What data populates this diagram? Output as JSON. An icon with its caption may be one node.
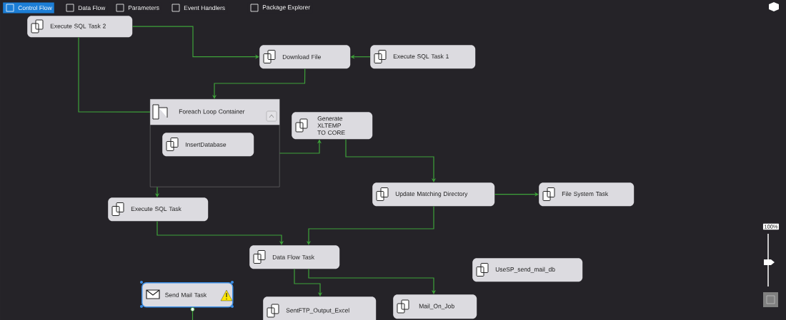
{
  "diagram": {
    "nodes": [
      {
        "text": [
          "Execute SQL Task 2"
        ]
      },
      {
        "text": [
          "Download File"
        ]
      },
      {
        "text": [
          "Execute SQL Task 1"
        ]
      },
      {
        "text": [],
        "shape": "box"
      },
      {
        "text": [
          "Foreach Loop Container"
        ],
        "in": 3
      },
      {
        "text": [
          "InsertDatabase"
        ],
        "in": 3
      },
      {
        "text": [
          "Generate XLTEMP TO CORE"
        ]
      },
      {
        "text": [
          "Update Matching Directory"
        ]
      },
      {
        "text": [
          "File System Task"
        ]
      },
      {
        "text": [
          "Execute SQL Task"
        ]
      },
      {
        "text": [
          "Data Flow Task"
        ]
      },
      {
        "text": [
          "Send Mail Task"
        ]
      },
      {
        "text": [
          "SentFTP_Output_Excel"
        ]
      },
      {
        "text": [
          "Mail_On_Job"
        ]
      },
      {
        "text": [
          "UseSP_send_mail_db"
        ]
      }
    ],
    "edges": [
      {
        "from": 0,
        "to": 1,
        "arrow": "to"
      },
      {
        "from": 2,
        "to": 1,
        "arrow": "to"
      },
      {
        "from": 1,
        "to": 4,
        "arrow": "to"
      },
      {
        "from": 0,
        "to": 4,
        "arrow": "none"
      },
      {
        "from": 3,
        "to": 9,
        "arrow": "to"
      },
      {
        "from": 3,
        "to": 6,
        "arrow": "to"
      },
      {
        "from": 6,
        "to": 7,
        "arrow": "to"
      },
      {
        "from": 7,
        "to": 8,
        "arrow": "to"
      },
      {
        "from": 7,
        "to": 10,
        "arrow": "to"
      },
      {
        "from": 9,
        "to": 10,
        "arrow": "to"
      },
      {
        "from": 10,
        "to": 12,
        "arrow": "to"
      },
      {
        "from": 10,
        "to": 13,
        "arrow": "to"
      }
    ],
    "labels": [
      "Control Flow",
      "Data Flow",
      "Parameters",
      "Event Handlers",
      "Package Explorer",
      "100%"
    ]
  }
}
